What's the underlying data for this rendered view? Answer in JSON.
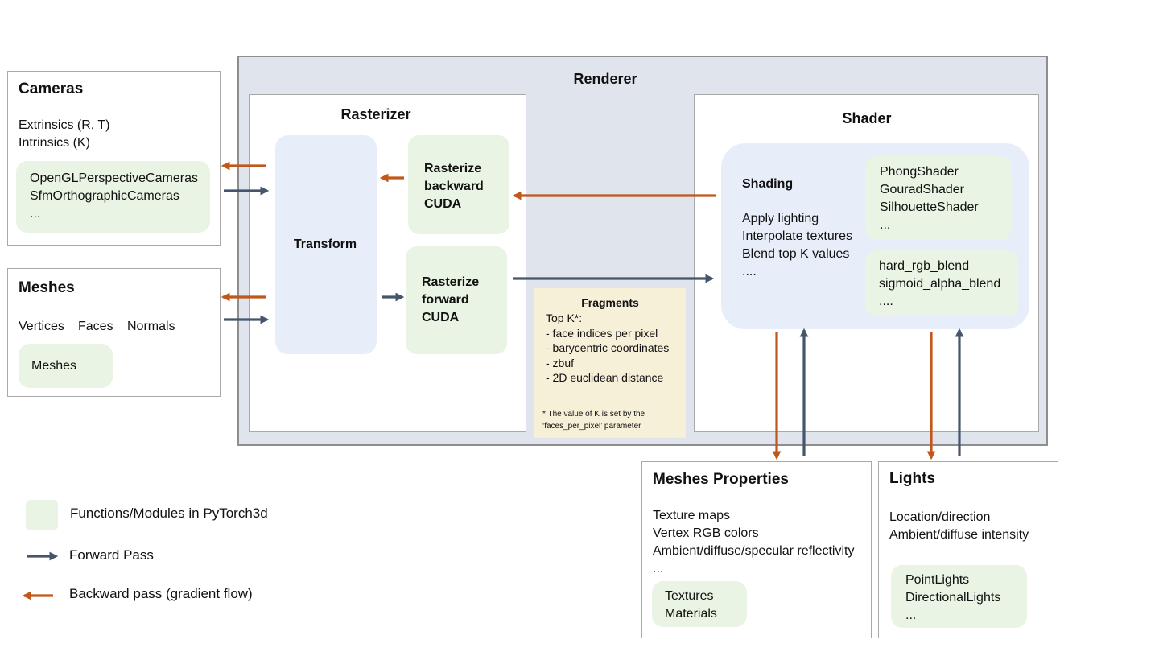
{
  "renderer": {
    "title": "Renderer"
  },
  "rasterizer": {
    "title": "Rasterizer",
    "transform": "Transform",
    "backward": [
      "Rasterize",
      "backward",
      "CUDA"
    ],
    "forward": [
      "Rasterize",
      "forward",
      "CUDA"
    ]
  },
  "fragments": {
    "title": "Fragments",
    "lines": [
      "Top K*:",
      "- face indices per pixel",
      "- barycentric coordinates",
      "- zbuf",
      "- 2D euclidean distance"
    ],
    "note": [
      "* The value of K is set by the",
      "‘faces_per_pixel’ parameter"
    ]
  },
  "shader": {
    "title": "Shader",
    "shading_title": "Shading",
    "shading_lines": [
      "Apply lighting",
      "Interpolate textures",
      "Blend top K values",
      "...."
    ],
    "shaders": [
      "PhongShader",
      "GouradShader",
      "SilhouetteShader",
      "..."
    ],
    "blends": [
      "hard_rgb_blend",
      "sigmoid_alpha_blend",
      "...."
    ]
  },
  "cameras": {
    "title": "Cameras",
    "lines": [
      "Extrinsics (R, T)",
      "Intrinsics (K)"
    ],
    "modules": [
      "OpenGLPerspectiveCameras",
      "SfmOrthographicCameras",
      "..."
    ]
  },
  "meshes": {
    "title": "Meshes",
    "fields": [
      "Vertices",
      "Faces",
      "Normals"
    ],
    "module": "Meshes"
  },
  "mesh_props": {
    "title": "Meshes Properties",
    "lines": [
      "Texture maps",
      "Vertex RGB colors",
      "Ambient/diffuse/specular reflectivity",
      "..."
    ],
    "modules": [
      "Textures",
      "Materials"
    ]
  },
  "lights": {
    "title": "Lights",
    "lines": [
      "Location/direction",
      "Ambient/diffuse intensity"
    ],
    "modules": [
      "PointLights",
      "DirectionalLights",
      "..."
    ]
  },
  "legend": {
    "functions": "Functions/Modules in PyTorch3d",
    "forward": "Forward Pass",
    "backward": "Backward pass (gradient flow)"
  },
  "colors": {
    "forward_arrow": "#45556b",
    "backward_arrow": "#c0581c",
    "module_fill": "#e9f4e4",
    "renderer_fill": "#e0e4ec",
    "shading_fill": "#e7eef9",
    "fragments_fill": "#f7f0d9"
  }
}
